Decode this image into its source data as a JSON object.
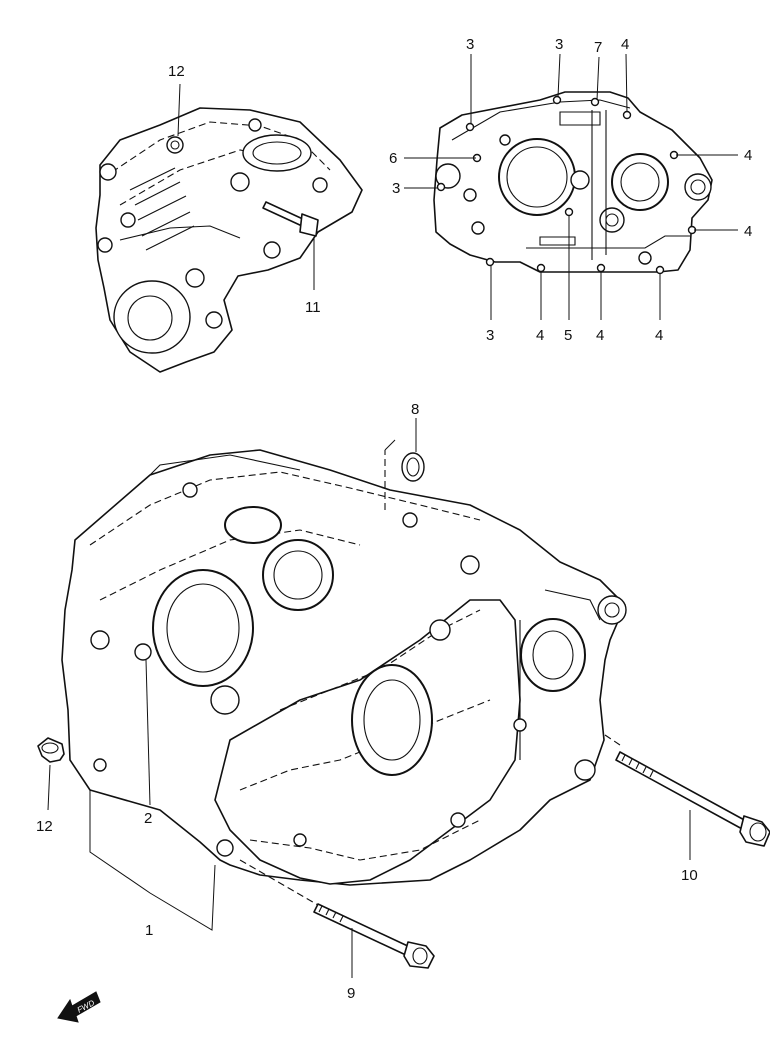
{
  "callouts": {
    "c12_top": "12",
    "c11": "11",
    "c3_a": "3",
    "c3_b": "3",
    "c3_c": "3",
    "c3_d": "3",
    "c7": "7",
    "c4_a": "4",
    "c4_b": "4",
    "c4_c": "4",
    "c4_d": "4",
    "c4_e": "4",
    "c4_f": "4",
    "c6": "6",
    "c5": "5",
    "c8": "8",
    "c2": "2",
    "c12_left": "12",
    "c1": "1",
    "c10": "10",
    "c9": "9"
  },
  "fwd_label": "FWD",
  "icons": {
    "fwd": "arrow-left-down-icon"
  }
}
